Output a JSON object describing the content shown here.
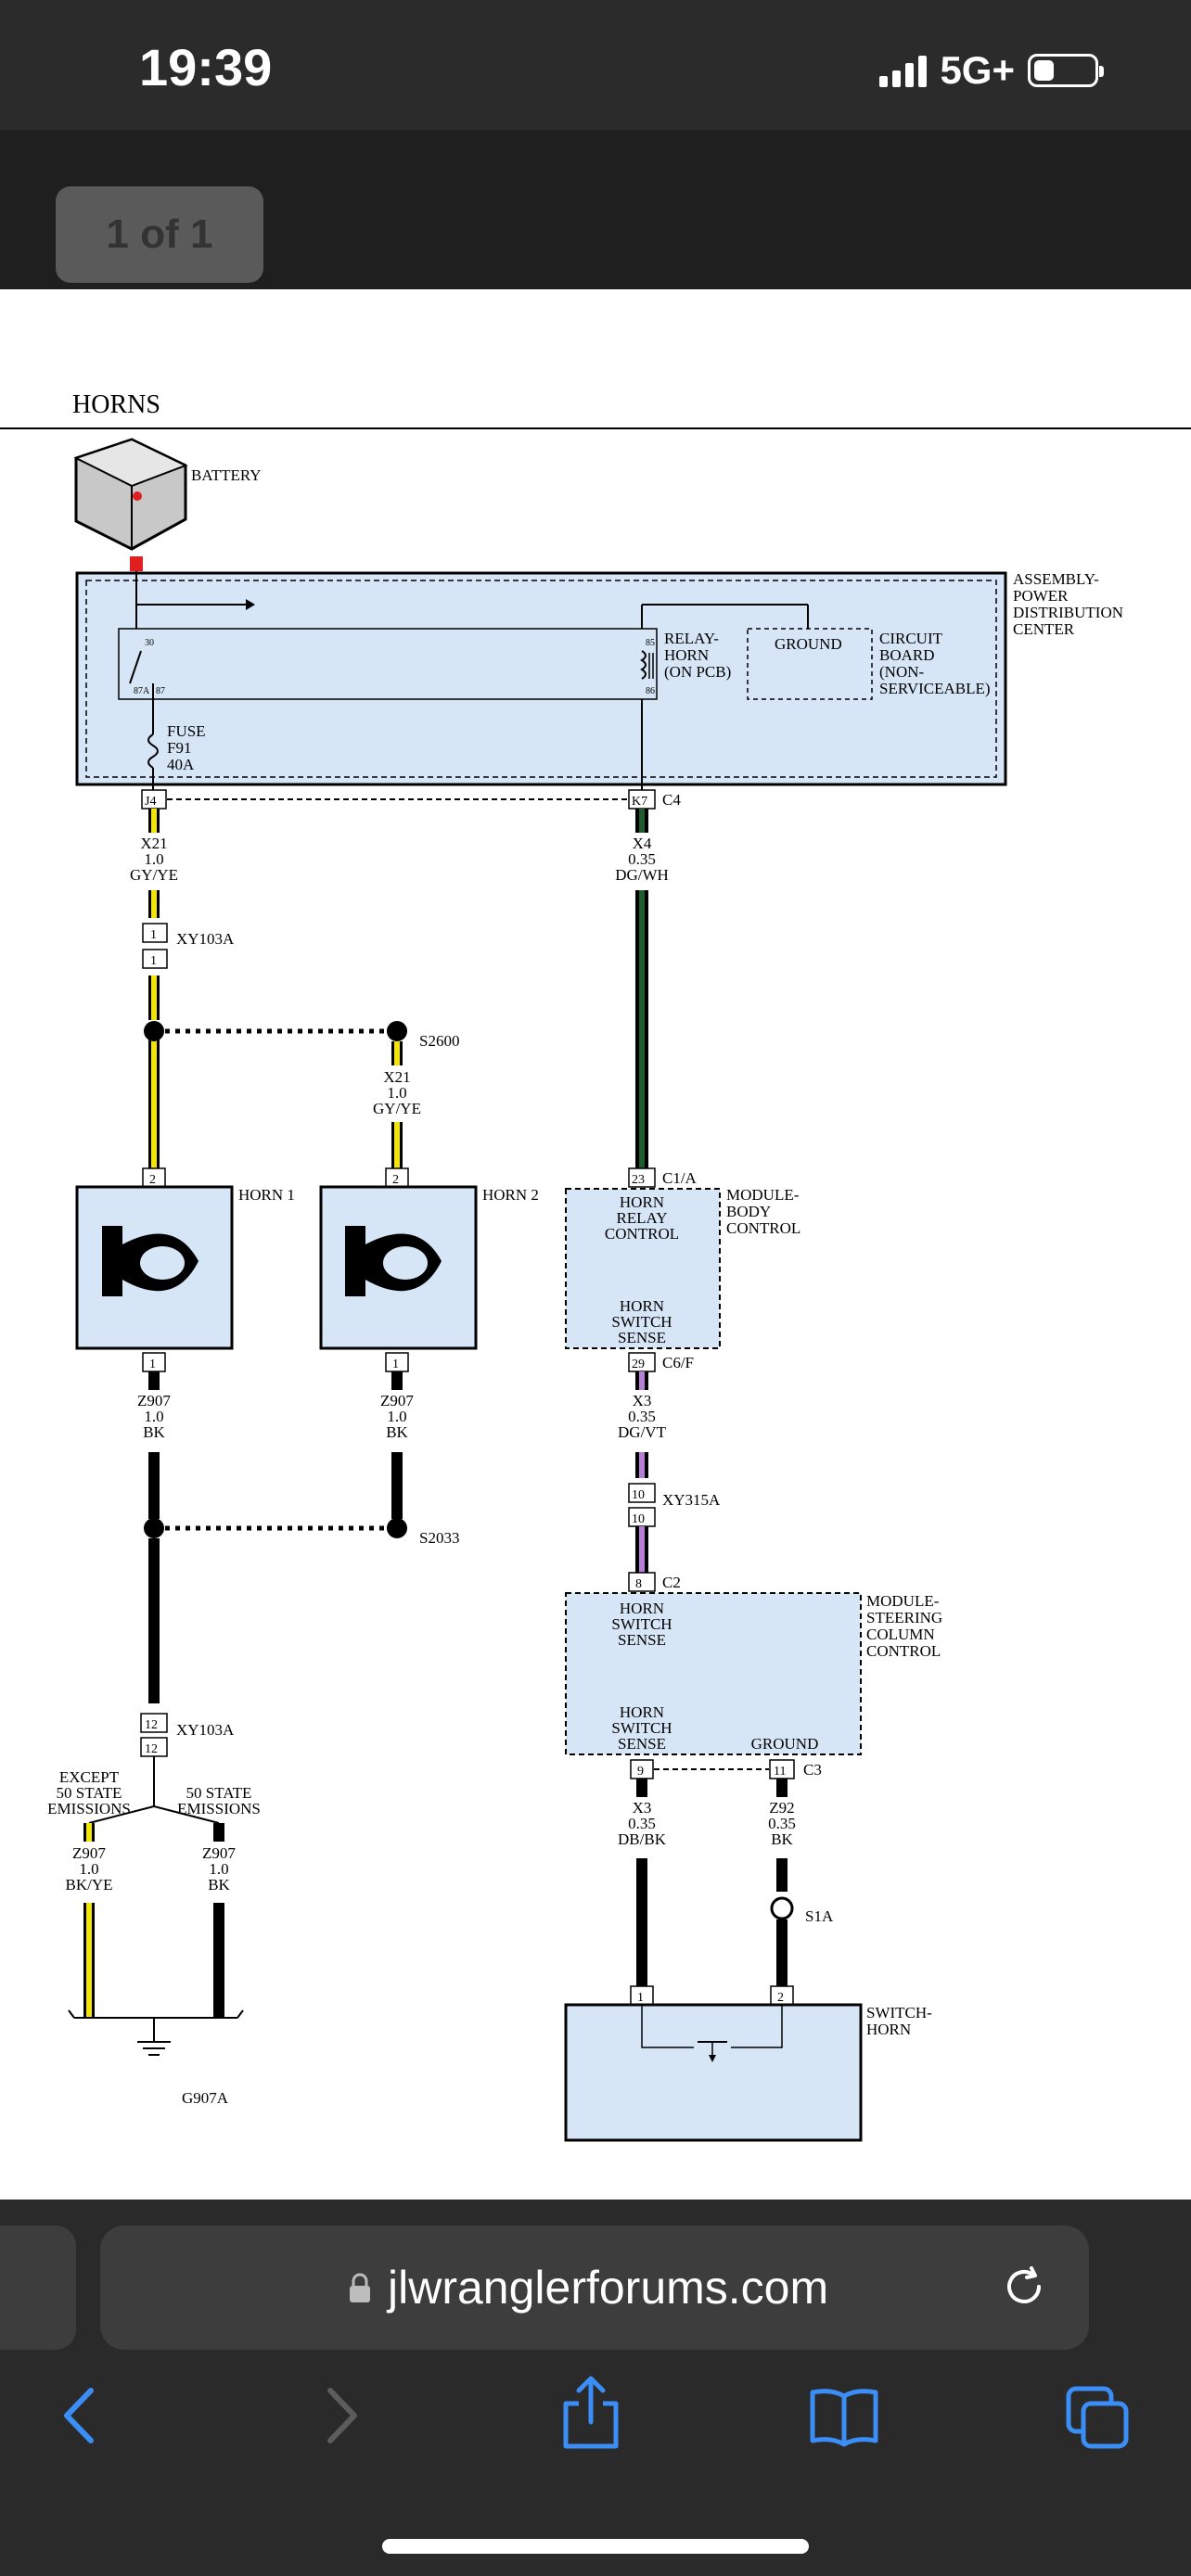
{
  "status_bar": {
    "time": "19:39",
    "network": "5G+",
    "signal_bars_active": 4,
    "battery_level": 0.33,
    "signal_icon": "cellular-signal-icon",
    "battery_icon": "battery-icon"
  },
  "viewer": {
    "page_indicator": "1 of 1"
  },
  "diagram": {
    "title": "HORNS",
    "labels": {
      "battery": "BATTERY",
      "pdc_1": "ASSEMBLY-",
      "pdc_2": "POWER",
      "pdc_3": "DISTRIBUTION",
      "pdc_4": "CENTER",
      "relay_1": "RELAY-",
      "relay_2": "HORN",
      "relay_3": "(ON PCB)",
      "ground_box": "GROUND",
      "cb_1": "CIRCUIT",
      "cb_2": "BOARD",
      "cb_3": "(NON-",
      "cb_4": "SERVICEABLE)",
      "fuse_1": "FUSE",
      "fuse_2": "F91",
      "fuse_3": "40A",
      "pin30": "30",
      "pin87a": "87A",
      "pin87": "87",
      "pin85": "85",
      "pin86": "86",
      "j4": "J4",
      "k7": "K7",
      "c4": "C4",
      "x21_a": "X21",
      "x21_b": "1.0",
      "x21_c": "GY/YE",
      "x4_a": "X4",
      "x4_b": "0.35",
      "x4_c": "DG/WH",
      "pin_1": "1",
      "xy103a": "XY103A",
      "s2600": "S2600",
      "x21s_a": "X21",
      "x21s_b": "1.0",
      "x21s_c": "GY/YE",
      "pin_2": "2",
      "horn1": "HORN 1",
      "horn2": "HORN 2",
      "pin_23": "23",
      "c1a": "C1/A",
      "bcm_1": "MODULE-",
      "bcm_2": "BODY",
      "bcm_3": "CONTROL",
      "hrc_1": "HORN",
      "hrc_2": "RELAY",
      "hrc_3": "CONTROL",
      "hss_1": "HORN",
      "hss_2": "SWITCH",
      "hss_3": "SENSE",
      "z907_a": "Z907",
      "z907_b": "1.0",
      "z907_c": "BK",
      "pin_29": "29",
      "c6f": "C6/F",
      "x3_a": "X3",
      "x3_b": "0.35",
      "x3_c": "DG/VT",
      "pin_10": "10",
      "xy315a": "XY315A",
      "s2033": "S2033",
      "pin_8": "8",
      "c2": "C2",
      "sccm_1": "MODULE-",
      "sccm_2": "STEERING",
      "sccm_3": "COLUMN",
      "sccm_4": "CONTROL",
      "ground": "GROUND",
      "pin_12": "12",
      "pin_9": "9",
      "pin_11": "11",
      "c3": "C3",
      "except_1": "EXCEPT",
      "except_2": "50 STATE",
      "except_3": "EMISSIONS",
      "fifty_1": "50 STATE",
      "fifty_2": "EMISSIONS",
      "z907bkye_c": "BK/YE",
      "x3d_c": "DB/BK",
      "z92_a": "Z92",
      "s1a": "S1A",
      "sw_1": "SWITCH-",
      "sw_2": "HORN",
      "g907a": "G907A"
    }
  },
  "browser": {
    "url": "jlwranglerforums.com",
    "lock_icon": "lock-icon",
    "reload_icon": "reload-icon",
    "toolbar": [
      "back",
      "forward",
      "share",
      "bookmarks",
      "tabs"
    ]
  },
  "colors": {
    "accent": "#3a8ef6",
    "module_fill": "#d6e6f7",
    "wire_yellow": "#f2e600",
    "wire_green": "#1e5c2c"
  }
}
